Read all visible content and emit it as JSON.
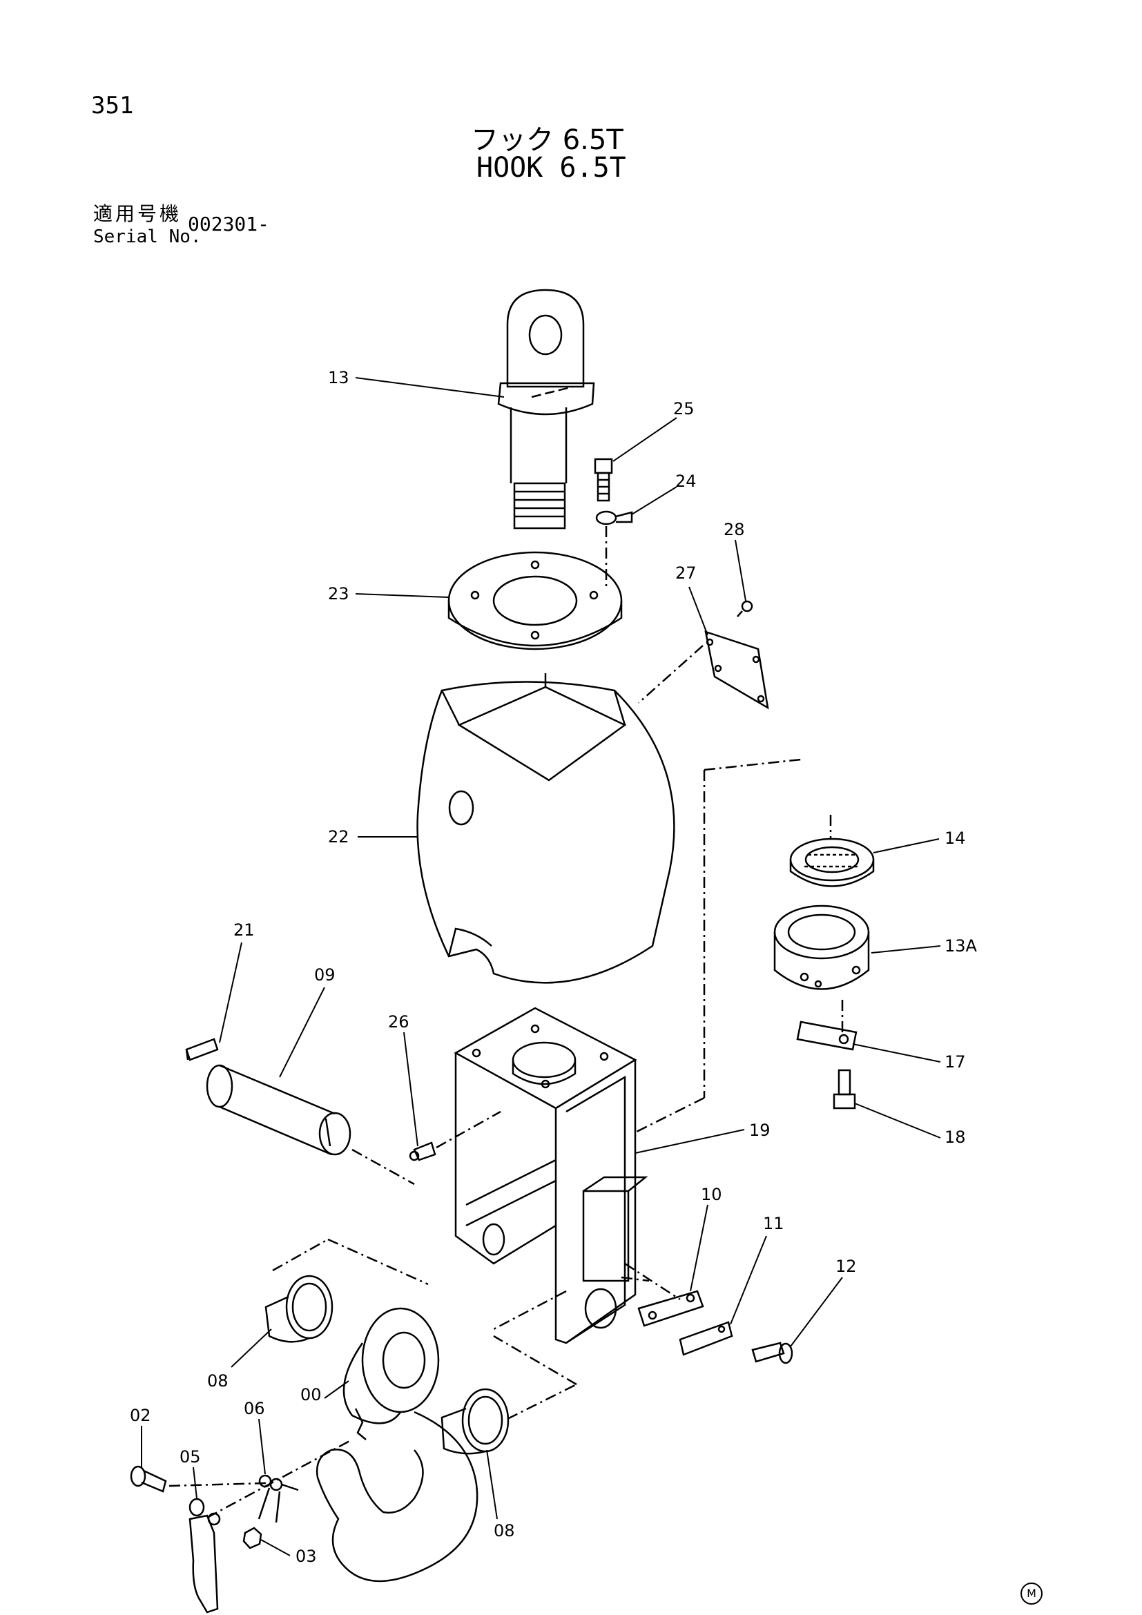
{
  "page_number": "351",
  "title_jp": "フック 6.5T",
  "title_en": "HOOK 6.5T",
  "serial": {
    "label_jp": "適用号機",
    "label_en": "Serial No.",
    "value": "002301-"
  },
  "mark": "M",
  "callouts": {
    "c13": "13",
    "c25": "25",
    "c24": "24",
    "c28": "28",
    "c23": "23",
    "c27": "27",
    "c22": "22",
    "c14": "14",
    "c13A": "13A",
    "c21": "21",
    "c09": "09",
    "c26": "26",
    "c17": "17",
    "c19": "19",
    "c18": "18",
    "c10": "10",
    "c11": "11",
    "c12": "12",
    "c08a": "08",
    "c02": "02",
    "c06": "06",
    "c00": "00",
    "c05": "05",
    "c08b": "08",
    "c03": "03"
  }
}
